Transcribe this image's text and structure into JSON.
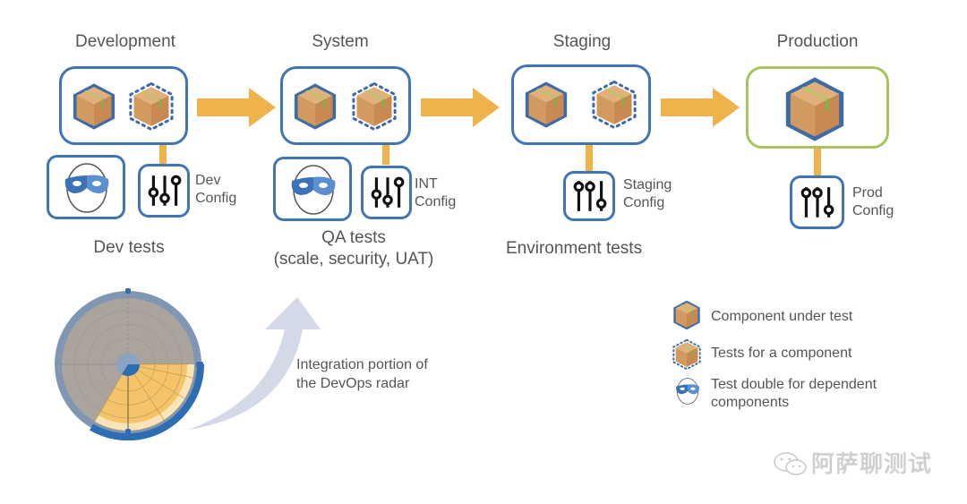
{
  "stages": [
    {
      "title": "Development",
      "config_label_line1": "Dev",
      "config_label_line2": "Config",
      "tests_label_line1": "Dev tests",
      "tests_label_line2": ""
    },
    {
      "title": "System",
      "config_label_line1": "INT",
      "config_label_line2": "Config",
      "tests_label_line1": "QA tests",
      "tests_label_line2": "(scale, security, UAT)"
    },
    {
      "title": "Staging",
      "config_label_line1": "Staging",
      "config_label_line2": "Config",
      "tests_label_line1": "Environment tests",
      "tests_label_line2": ""
    },
    {
      "title": "Production",
      "config_label_line1": "Prod",
      "config_label_line2": "Config",
      "tests_label_line1": "",
      "tests_label_line2": ""
    }
  ],
  "radar": {
    "caption_line1": "Integration portion of",
    "caption_line2": "the DevOps radar"
  },
  "legend": [
    {
      "icon": "box-solid-icon",
      "label": "Component under test"
    },
    {
      "icon": "box-dotted-icon",
      "label": "Tests for a component"
    },
    {
      "icon": "mask-icon",
      "label_line1": "Test double for dependent",
      "label_line2": "components"
    }
  ],
  "watermark": {
    "text": "阿萨聊测试"
  },
  "colors": {
    "env_border": "#3f74b5",
    "prod_border": "#a8c35a",
    "arrow": "#f0b24a",
    "connector": "#f0b24a",
    "box": "#d9a066",
    "mask": "#3d72b8",
    "radar_gray": "#a9a29a",
    "radar_orange": "#f2c265"
  }
}
